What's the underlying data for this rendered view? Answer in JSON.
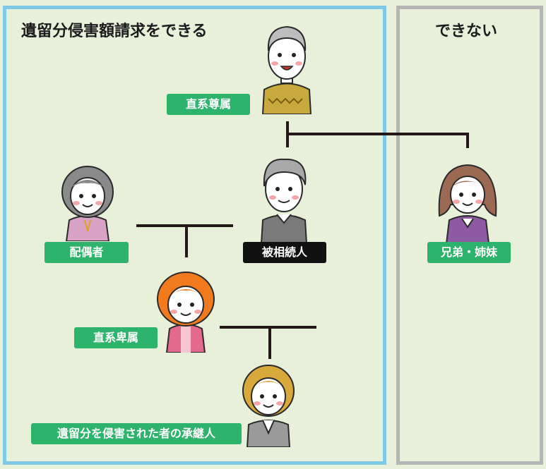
{
  "left_panel": {
    "title": "遺留分侵害額請求をできる"
  },
  "right_panel": {
    "title": "できない"
  },
  "labels": {
    "ascendant": "直系尊属",
    "spouse": "配偶者",
    "decedent": "被相続人",
    "descendant": "直系卑属",
    "heir": "遺留分を侵害された者の承継人",
    "siblings": "兄弟・姉妹"
  },
  "colors": {
    "left_border": "#7ec9e8",
    "right_border": "#b5b5b5",
    "tag_green": "#2db36b",
    "tag_black": "#111111",
    "background": "#e9f0da",
    "line": "#231815"
  }
}
